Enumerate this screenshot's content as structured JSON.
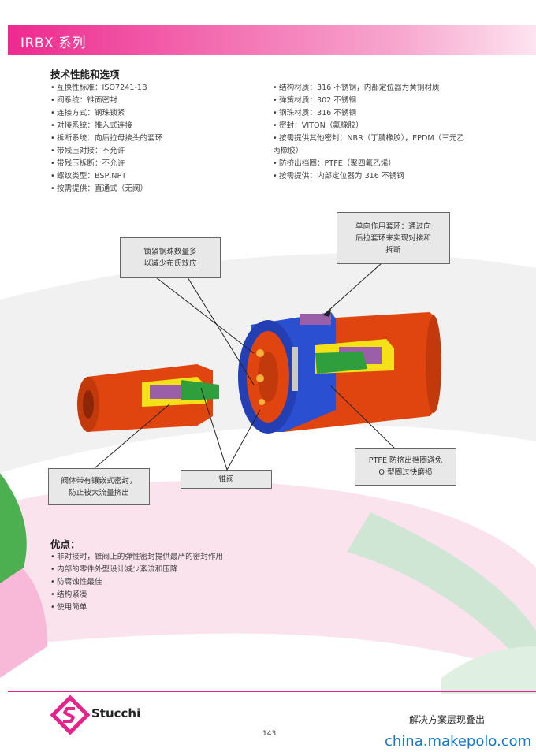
{
  "header": {
    "title": "IRBX 系列"
  },
  "tech": {
    "title": "技术性能和选项",
    "left_items": [
      "互换性标准：ISO7241-1B",
      "阀系统：锥面密封",
      "连接方式：钢珠锁紧",
      "对接系统：推入式连接",
      "拆断系统：向后拉母接头的套环",
      "带残压对接：不允许",
      "带残压拆断：不允许",
      "螺纹类型：BSP,NPT",
      "按需提供：直通式（无阀）"
    ],
    "right_items": [
      "结构材质：316 不锈钢，内部定位器为黄铜材质",
      "弹簧材质：302 不锈钢",
      "钢珠材质：316 不锈钢",
      "密封：VITON（氟橡胶）",
      "按需提供其他密封：NBR（丁腈橡胶），EPDM（三元乙",
      "丙橡胶）",
      "防挤出挡圈：PTFE（聚四氟乙烯）",
      "按需提供：内部定位器为 316 不锈钢"
    ]
  },
  "callouts": {
    "balls": [
      "锁紧钢珠数量多",
      "以减少布氏效应"
    ],
    "sleeve": [
      "单向作用套环：通过向",
      "后拉套环来实现对接和",
      "拆断"
    ],
    "valve_seal": [
      "阀体带有镶嵌式密封，",
      "防止被大流量挤出"
    ],
    "cone": "锥阀",
    "ptfe": [
      "PTFE 防挤出挡圈避免",
      "O 型圈过快磨损"
    ]
  },
  "advantages": {
    "title": "优点：",
    "items": [
      "非对接时，锥阀上的弹性密封提供最严的密封作用",
      "内部的零件外型设计减少紊流和压降",
      "防腐蚀性最佳",
      "结构紧凑",
      "使用简单"
    ]
  },
  "footer": {
    "logo": "Stucchi",
    "slogan": "解决方案层现叠出",
    "page": "143",
    "watermark": "china.makepolo.com"
  },
  "colors": {
    "accent": "#ee2a8f",
    "watermark": "#1478d2"
  }
}
